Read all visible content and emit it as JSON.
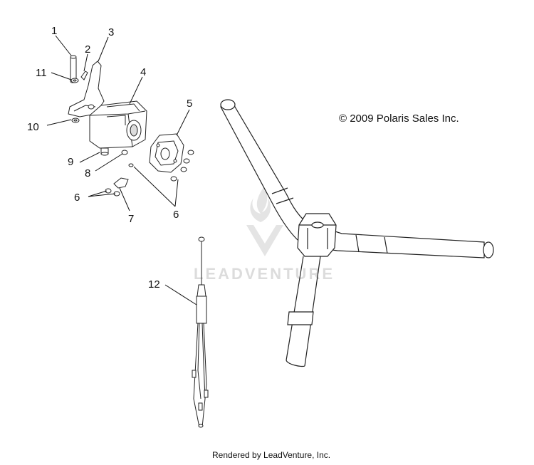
{
  "diagram": {
    "callouts": [
      "1",
      "2",
      "3",
      "4",
      "5",
      "6",
      "6",
      "7",
      "8",
      "9",
      "10",
      "11",
      "12"
    ],
    "copyright": "© 2009 Polaris Sales Inc.",
    "watermark": "LEADVENTURE",
    "footer": "Rendered by LeadVenture, Inc."
  },
  "icons": {
    "watermark_logo": "flame-chevron-logo"
  }
}
